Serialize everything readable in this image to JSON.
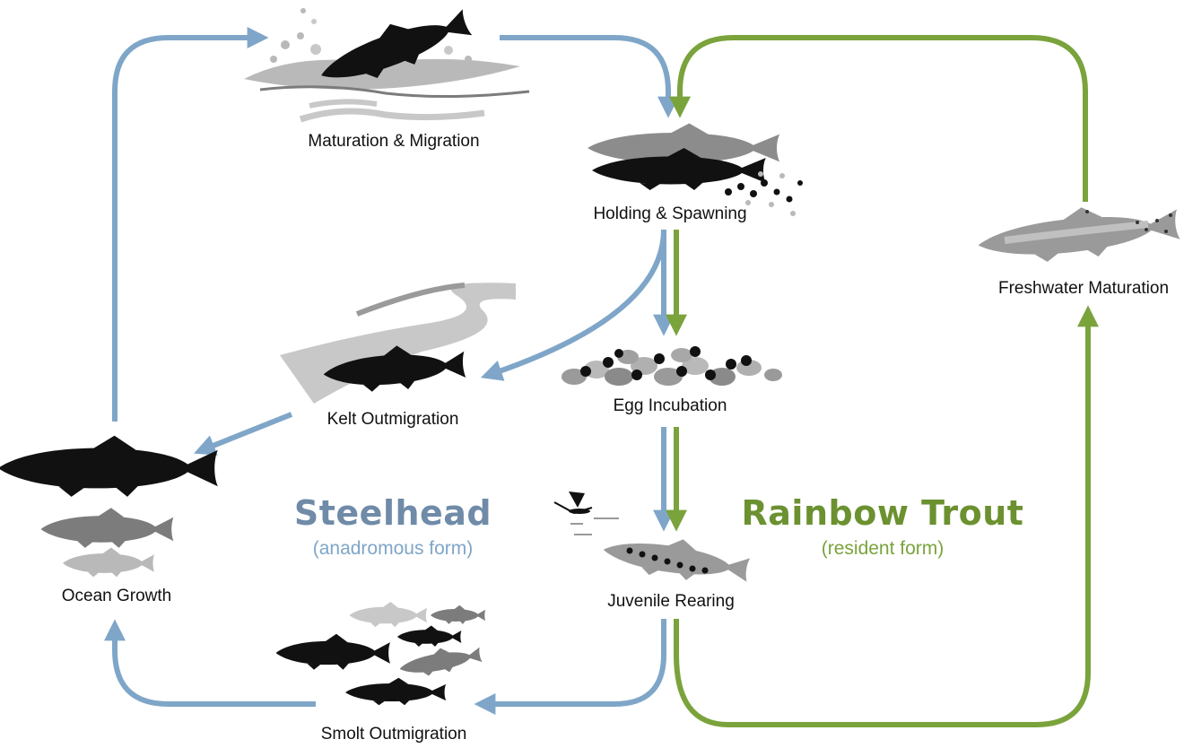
{
  "colors": {
    "steelhead": "#7fa6c8",
    "rainbow": "#7aa33c",
    "fish_dark": "#111111",
    "fish_mid": "#7c7c7c",
    "fish_light": "#b9b9b9"
  },
  "stages": {
    "maturation_migration": "Maturation & Migration",
    "holding_spawning": "Holding & Spawning",
    "freshwater_maturation": "Freshwater Maturation",
    "kelt_outmigration": "Kelt Outmigration",
    "egg_incubation": "Egg Incubation",
    "ocean_growth": "Ocean Growth",
    "juvenile_rearing": "Juvenile Rearing",
    "smolt_outmigration": "Smolt Outmigration"
  },
  "forms": {
    "steelhead": {
      "title": "Steelhead",
      "subtitle": "(anadromous form)"
    },
    "rainbow": {
      "title": "Rainbow Trout",
      "subtitle": "(resident form)"
    }
  }
}
